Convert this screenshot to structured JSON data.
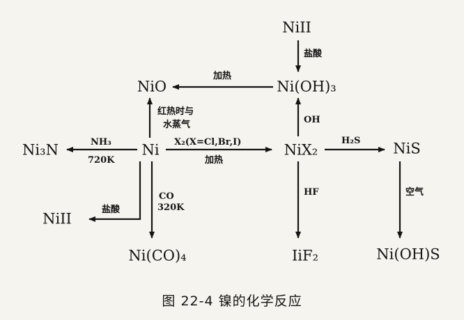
{
  "nodes": {
    "ni_top": "NiII",
    "nio": "NiO",
    "nioh3": "Ni(OH)₃",
    "ni": "Ni",
    "ni3n": "Ni₃N",
    "nix2": "NiX₂",
    "nis": "NiS",
    "ni_left": "NiII",
    "nico4": "Ni(CO)₄",
    "nif2": "IiF₂",
    "niohs": "Ni(OH)S"
  },
  "labels": {
    "hcl_top": "盐酸",
    "heat_nio": "加热",
    "redheat": "红热时与",
    "steam": "水蒸气",
    "oh": "OH",
    "nh3": "NH₃",
    "temp720": "720K",
    "x2": "X₂(X=Cl,Br,I)",
    "heat_x2": "加热",
    "h2s": "H₂S",
    "co": "CO",
    "temp320": "320K",
    "hcl_left": "盐酸",
    "hf": "HF",
    "air": "空气"
  },
  "caption": "图 22-4  镍的化学反应",
  "colors": {
    "ink": "#141414",
    "paper": "#f6f4ee"
  }
}
